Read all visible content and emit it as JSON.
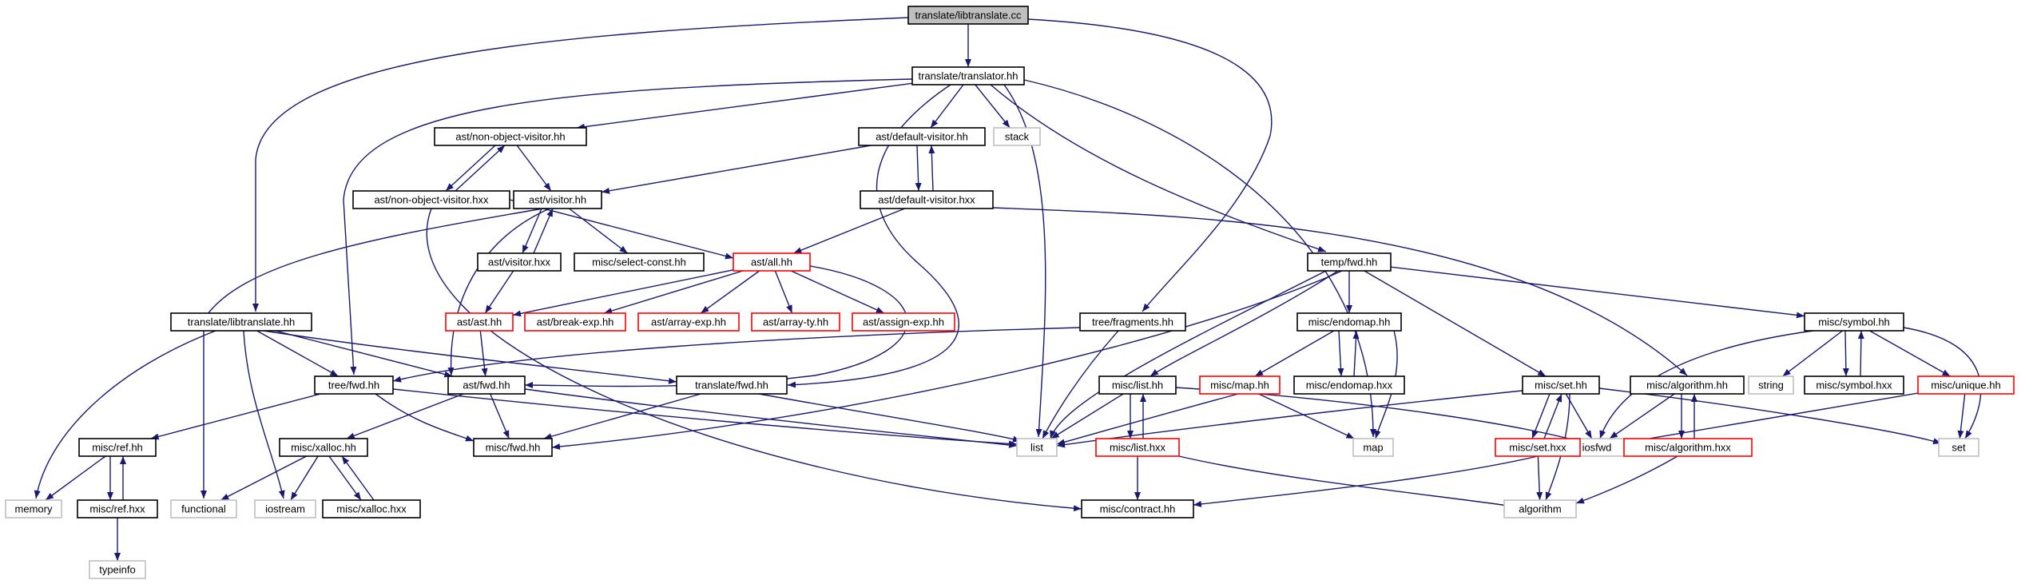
{
  "colors": {
    "edge": "#191970",
    "normal_border": "#000000",
    "normal_fill": "#ffffff",
    "incomplete_border": "#ff0000",
    "system_border": "#bfbfbf",
    "root_fill": "#bfbfbf",
    "text": "#000000"
  },
  "nodes": [
    {
      "id": "libtranslate_cc",
      "label": "translate/libtranslate.cc",
      "kind": "root"
    },
    {
      "id": "translator_hh",
      "label": "translate/translator.hh",
      "kind": "normal"
    },
    {
      "id": "non_object_visitor_hh",
      "label": "ast/non-object-visitor.hh",
      "kind": "normal"
    },
    {
      "id": "default_visitor_hh",
      "label": "ast/default-visitor.hh",
      "kind": "normal"
    },
    {
      "id": "stack",
      "label": "stack",
      "kind": "system"
    },
    {
      "id": "non_object_visitor_hxx",
      "label": "ast/non-object-visitor.hxx",
      "kind": "normal"
    },
    {
      "id": "visitor_hh",
      "label": "ast/visitor.hh",
      "kind": "normal"
    },
    {
      "id": "default_visitor_hxx",
      "label": "ast/default-visitor.hxx",
      "kind": "normal"
    },
    {
      "id": "visitor_hxx",
      "label": "ast/visitor.hxx",
      "kind": "normal"
    },
    {
      "id": "select_const_hh",
      "label": "misc/select-const.hh",
      "kind": "normal"
    },
    {
      "id": "all_hh",
      "label": "ast/all.hh",
      "kind": "incomplete"
    },
    {
      "id": "temp_fwd_hh",
      "label": "temp/fwd.hh",
      "kind": "normal"
    },
    {
      "id": "libtranslate_hh",
      "label": "translate/libtranslate.hh",
      "kind": "normal"
    },
    {
      "id": "ast_hh",
      "label": "ast/ast.hh",
      "kind": "incomplete"
    },
    {
      "id": "break_exp_hh",
      "label": "ast/break-exp.hh",
      "kind": "incomplete"
    },
    {
      "id": "array_exp_hh",
      "label": "ast/array-exp.hh",
      "kind": "incomplete"
    },
    {
      "id": "array_ty_hh",
      "label": "ast/array-ty.hh",
      "kind": "incomplete"
    },
    {
      "id": "assign_exp_hh",
      "label": "ast/assign-exp.hh",
      "kind": "incomplete"
    },
    {
      "id": "fragments_hh",
      "label": "tree/fragments.hh",
      "kind": "normal"
    },
    {
      "id": "endomap_hh",
      "label": "misc/endomap.hh",
      "kind": "normal"
    },
    {
      "id": "symbol_hh",
      "label": "misc/symbol.hh",
      "kind": "normal"
    },
    {
      "id": "tree_fwd_hh",
      "label": "tree/fwd.hh",
      "kind": "normal"
    },
    {
      "id": "ast_fwd_hh",
      "label": "ast/fwd.hh",
      "kind": "normal"
    },
    {
      "id": "translate_fwd_hh",
      "label": "translate/fwd.hh",
      "kind": "normal"
    },
    {
      "id": "list_hh",
      "label": "misc/list.hh",
      "kind": "normal"
    },
    {
      "id": "map_hh",
      "label": "misc/map.hh",
      "kind": "incomplete"
    },
    {
      "id": "endomap_hxx",
      "label": "misc/endomap.hxx",
      "kind": "normal"
    },
    {
      "id": "set_hh",
      "label": "misc/set.hh",
      "kind": "normal"
    },
    {
      "id": "algorithm_hh",
      "label": "misc/algorithm.hh",
      "kind": "normal"
    },
    {
      "id": "string",
      "label": "string",
      "kind": "system"
    },
    {
      "id": "symbol_hxx",
      "label": "misc/symbol.hxx",
      "kind": "normal"
    },
    {
      "id": "unique_hh",
      "label": "misc/unique.hh",
      "kind": "incomplete"
    },
    {
      "id": "ref_hh",
      "label": "misc/ref.hh",
      "kind": "normal"
    },
    {
      "id": "misc_fwd_hh",
      "label": "misc/fwd.hh",
      "kind": "normal"
    },
    {
      "id": "xalloc_hh",
      "label": "misc/xalloc.hh",
      "kind": "normal"
    },
    {
      "id": "list",
      "label": "list",
      "kind": "system"
    },
    {
      "id": "list_hxx",
      "label": "misc/list.hxx",
      "kind": "incomplete"
    },
    {
      "id": "map",
      "label": "map",
      "kind": "system"
    },
    {
      "id": "iosfwd",
      "label": "iosfwd",
      "kind": "system"
    },
    {
      "id": "set_hxx",
      "label": "misc/set.hxx",
      "kind": "incomplete"
    },
    {
      "id": "algorithm_hxx",
      "label": "misc/algorithm.hxx",
      "kind": "incomplete"
    },
    {
      "id": "set",
      "label": "set",
      "kind": "system"
    },
    {
      "id": "memory",
      "label": "memory",
      "kind": "system"
    },
    {
      "id": "ref_hxx",
      "label": "misc/ref.hxx",
      "kind": "normal"
    },
    {
      "id": "functional",
      "label": "functional",
      "kind": "system"
    },
    {
      "id": "iostream",
      "label": "iostream",
      "kind": "system"
    },
    {
      "id": "xalloc_hxx",
      "label": "misc/xalloc.hxx",
      "kind": "normal"
    },
    {
      "id": "contract_hh",
      "label": "misc/contract.hh",
      "kind": "normal"
    },
    {
      "id": "algorithm",
      "label": "algorithm",
      "kind": "system"
    },
    {
      "id": "typeinfo",
      "label": "typeinfo",
      "kind": "system"
    }
  ],
  "edges": [
    [
      "libtranslate_cc",
      "translator_hh"
    ],
    [
      "libtranslate_cc",
      "libtranslate_hh"
    ],
    [
      "libtranslate_cc",
      "fragments_hh"
    ],
    [
      "translator_hh",
      "non_object_visitor_hh"
    ],
    [
      "translator_hh",
      "default_visitor_hh"
    ],
    [
      "translator_hh",
      "stack"
    ],
    [
      "translator_hh",
      "list"
    ],
    [
      "translator_hh",
      "temp_fwd_hh"
    ],
    [
      "translator_hh",
      "tree_fwd_hh"
    ],
    [
      "translator_hh",
      "translate_fwd_hh"
    ],
    [
      "translator_hh",
      "map"
    ],
    [
      "non_object_visitor_hh",
      "non_object_visitor_hxx"
    ],
    [
      "non_object_visitor_hh",
      "visitor_hh"
    ],
    [
      "non_object_visitor_hxx",
      "non_object_visitor_hh"
    ],
    [
      "non_object_visitor_hxx",
      "all_hh"
    ],
    [
      "non_object_visitor_hxx",
      "contract_hh"
    ],
    [
      "default_visitor_hh",
      "visitor_hh"
    ],
    [
      "default_visitor_hh",
      "default_visitor_hxx"
    ],
    [
      "default_visitor_hxx",
      "default_visitor_hh"
    ],
    [
      "default_visitor_hxx",
      "all_hh"
    ],
    [
      "default_visitor_hxx",
      "algorithm_hh"
    ],
    [
      "visitor_hh",
      "visitor_hxx"
    ],
    [
      "visitor_hh",
      "select_const_hh"
    ],
    [
      "visitor_hh",
      "ast_fwd_hh"
    ],
    [
      "visitor_hh",
      "functional"
    ],
    [
      "visitor_hxx",
      "visitor_hh"
    ],
    [
      "visitor_hxx",
      "ast_hh"
    ],
    [
      "all_hh",
      "ast_hh"
    ],
    [
      "all_hh",
      "break_exp_hh"
    ],
    [
      "all_hh",
      "array_exp_hh"
    ],
    [
      "all_hh",
      "array_ty_hh"
    ],
    [
      "all_hh",
      "assign_exp_hh"
    ],
    [
      "all_hh",
      "ast_fwd_hh"
    ],
    [
      "ast_hh",
      "ast_fwd_hh"
    ],
    [
      "temp_fwd_hh",
      "list"
    ],
    [
      "temp_fwd_hh",
      "endomap_hh"
    ],
    [
      "temp_fwd_hh",
      "symbol_hh"
    ],
    [
      "temp_fwd_hh",
      "set_hh"
    ],
    [
      "temp_fwd_hh",
      "list_hh"
    ],
    [
      "temp_fwd_hh",
      "misc_fwd_hh"
    ],
    [
      "libtranslate_hh",
      "tree_fwd_hh"
    ],
    [
      "libtranslate_hh",
      "ast_fwd_hh"
    ],
    [
      "libtranslate_hh",
      "translate_fwd_hh"
    ],
    [
      "libtranslate_hh",
      "memory"
    ],
    [
      "libtranslate_hh",
      "iostream"
    ],
    [
      "fragments_hh",
      "tree_fwd_hh"
    ],
    [
      "fragments_hh",
      "list"
    ],
    [
      "endomap_hh",
      "map_hh"
    ],
    [
      "endomap_hh",
      "endomap_hxx"
    ],
    [
      "endomap_hh",
      "map"
    ],
    [
      "endomap_hxx",
      "endomap_hh"
    ],
    [
      "map_hh",
      "list"
    ],
    [
      "map_hh",
      "map"
    ],
    [
      "symbol_hh",
      "string"
    ],
    [
      "symbol_hh",
      "symbol_hxx"
    ],
    [
      "symbol_hh",
      "unique_hh"
    ],
    [
      "symbol_hh",
      "iosfwd"
    ],
    [
      "symbol_hh",
      "set"
    ],
    [
      "symbol_hxx",
      "symbol_hh"
    ],
    [
      "unique_hh",
      "set"
    ],
    [
      "unique_hh",
      "iosfwd"
    ],
    [
      "tree_fwd_hh",
      "ref_hh"
    ],
    [
      "tree_fwd_hh",
      "misc_fwd_hh"
    ],
    [
      "tree_fwd_hh",
      "list"
    ],
    [
      "ast_fwd_hh",
      "misc_fwd_hh"
    ],
    [
      "ast_fwd_hh",
      "xalloc_hh"
    ],
    [
      "ast_fwd_hh",
      "list"
    ],
    [
      "translate_fwd_hh",
      "misc_fwd_hh"
    ],
    [
      "translate_fwd_hh",
      "list"
    ],
    [
      "list_hh",
      "list"
    ],
    [
      "list_hh",
      "list_hxx"
    ],
    [
      "list_hh",
      "iosfwd"
    ],
    [
      "list_hxx",
      "list_hh"
    ],
    [
      "list_hxx",
      "contract_hh"
    ],
    [
      "list_hxx",
      "algorithm"
    ],
    [
      "set_hh",
      "set_hxx"
    ],
    [
      "set_hh",
      "list"
    ],
    [
      "set_hh",
      "iosfwd"
    ],
    [
      "set_hh",
      "set"
    ],
    [
      "set_hh",
      "algorithm"
    ],
    [
      "set_hxx",
      "set_hh"
    ],
    [
      "set_hxx",
      "algorithm"
    ],
    [
      "set_hxx",
      "contract_hh"
    ],
    [
      "algorithm_hh",
      "algorithm_hxx"
    ],
    [
      "algorithm_hh",
      "iosfwd"
    ],
    [
      "algorithm_hxx",
      "algorithm_hh"
    ],
    [
      "algorithm_hxx",
      "algorithm"
    ],
    [
      "ref_hh",
      "ref_hxx"
    ],
    [
      "ref_hh",
      "memory"
    ],
    [
      "ref_hxx",
      "ref_hh"
    ],
    [
      "ref_hxx",
      "typeinfo"
    ],
    [
      "xalloc_hh",
      "xalloc_hxx"
    ],
    [
      "xalloc_hh",
      "functional"
    ],
    [
      "xalloc_hh",
      "iostream"
    ],
    [
      "xalloc_hxx",
      "xalloc_hh"
    ]
  ]
}
